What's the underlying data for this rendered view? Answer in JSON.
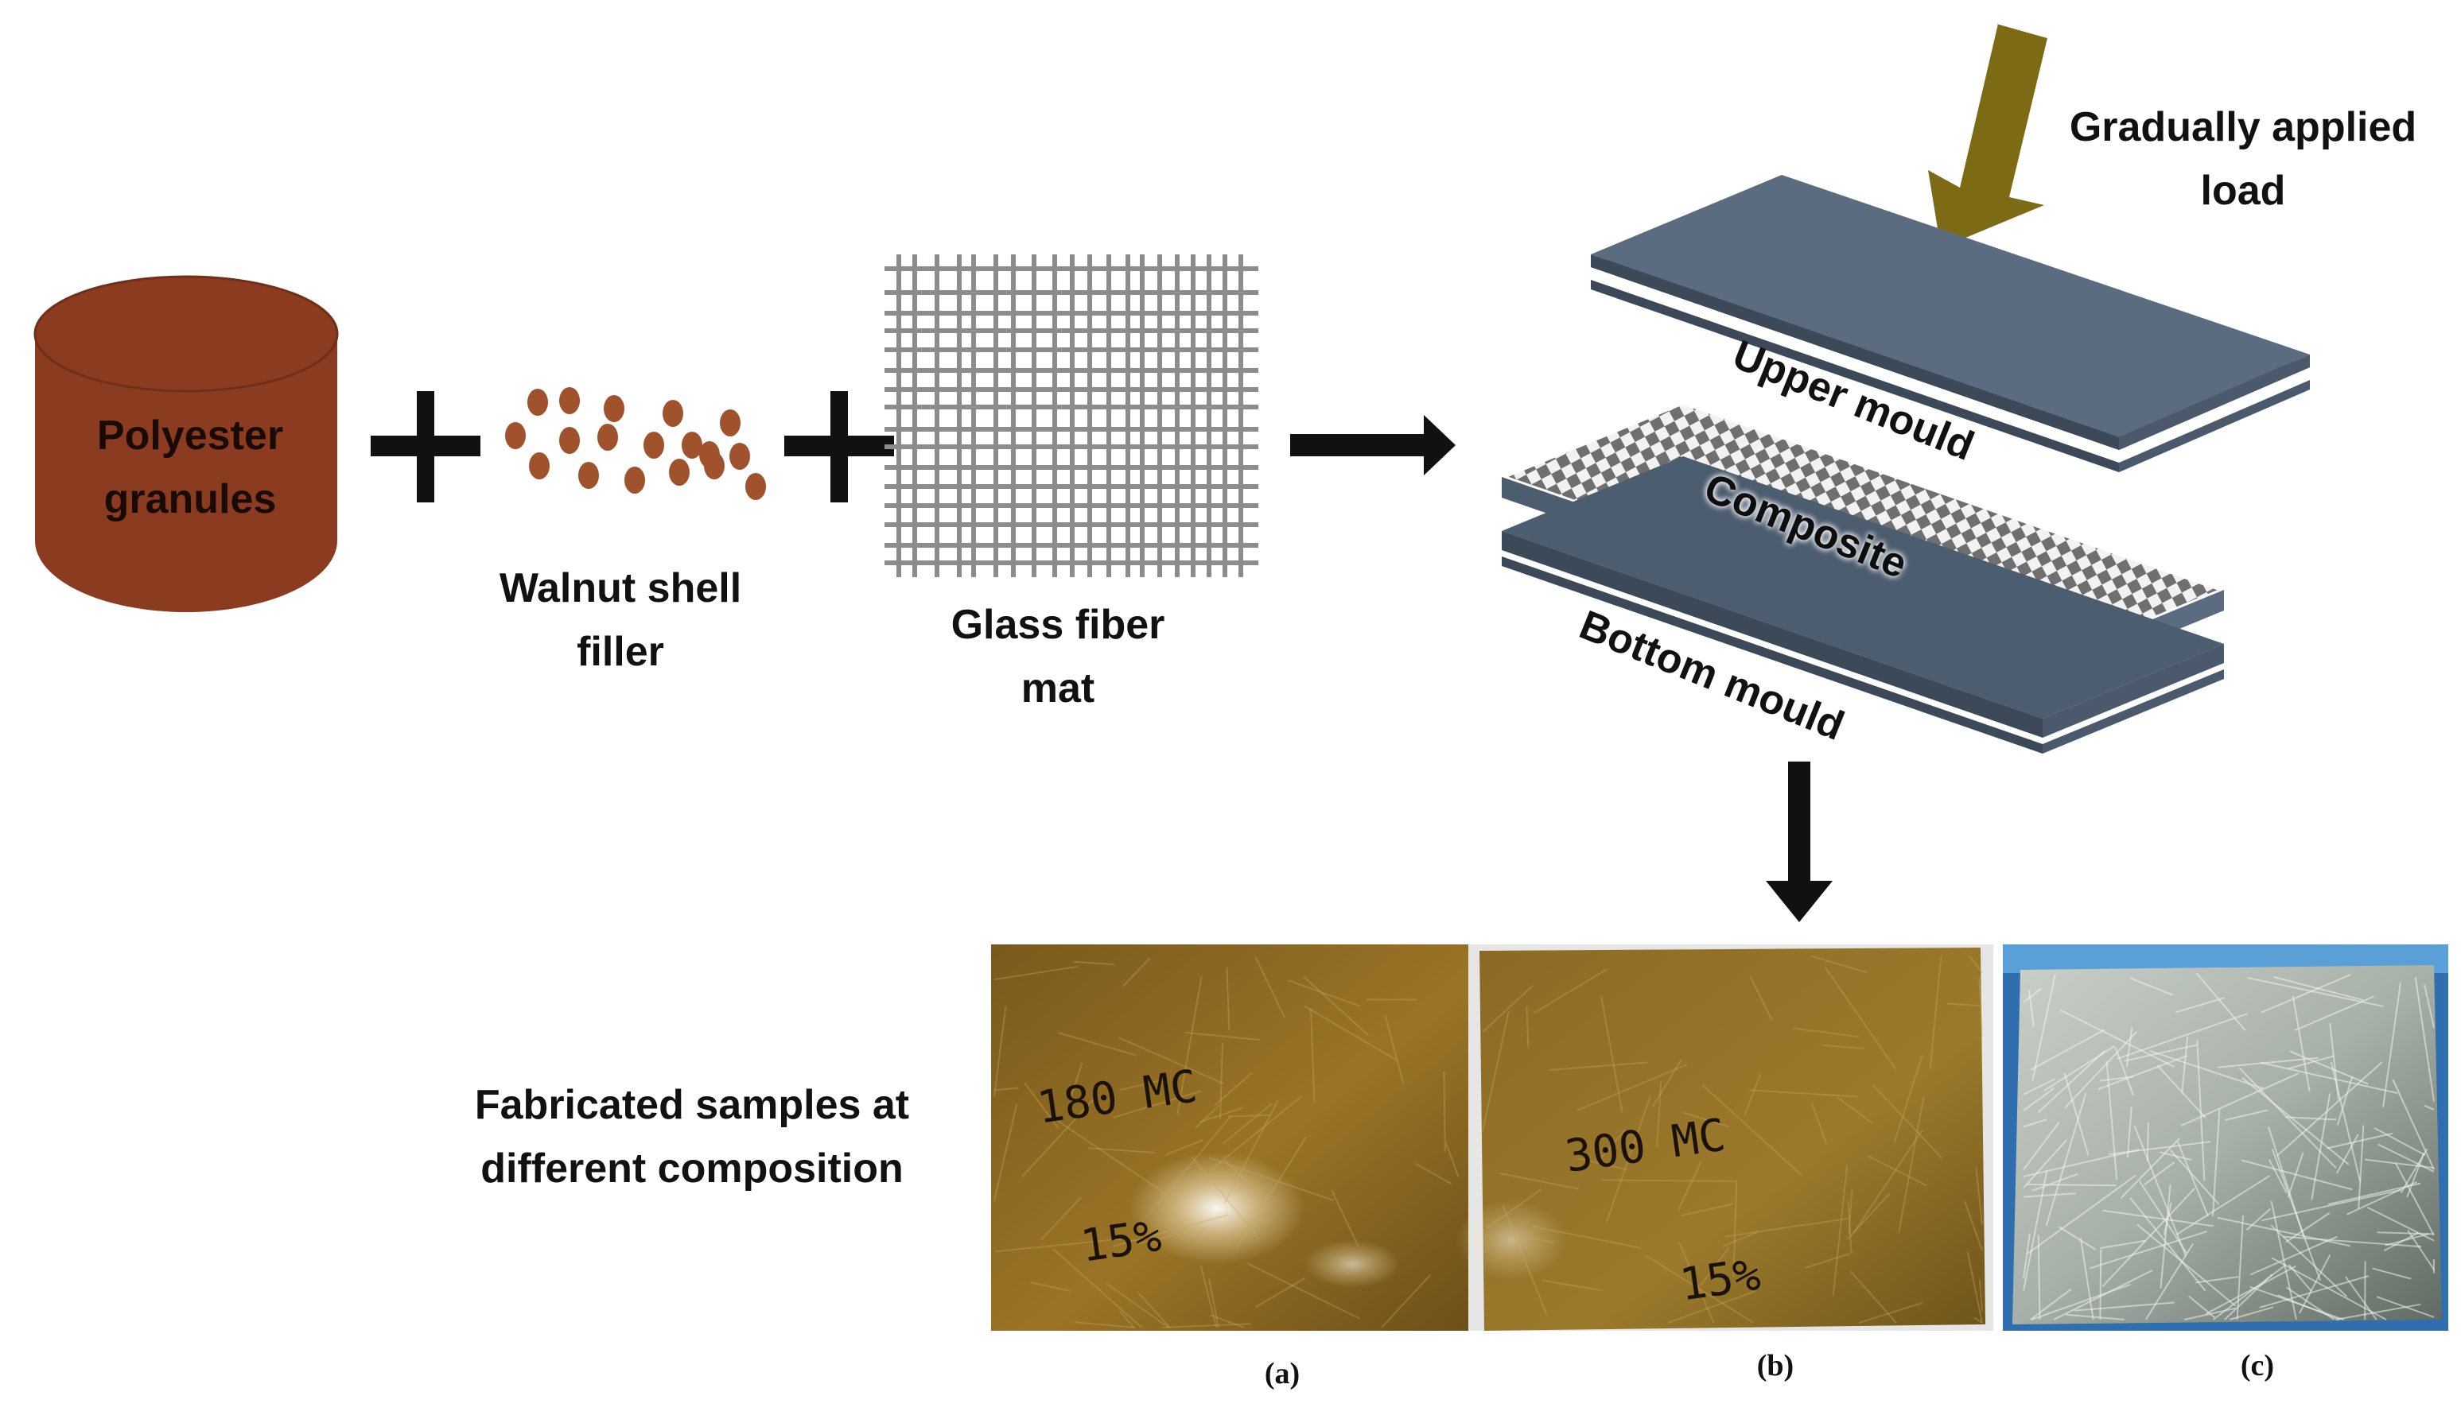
{
  "colors": {
    "cylinder": "#8b3c20",
    "granule": "#a0522d",
    "mesh": "#8c8c8c",
    "arrow_black": "#111111",
    "load_arrow": "#7d6a14",
    "mould_top": "#5a6b7e",
    "mould_side": "#3d4b5c",
    "sample_amber": "#8a6a22",
    "sample_gray": "#7f8a80"
  },
  "labels": {
    "polyester": [
      "Polyester",
      "granules"
    ],
    "walnut": [
      "Walnut shell",
      "filler"
    ],
    "glass": [
      "Glass fiber",
      "mat"
    ],
    "load": [
      "Gradually applied",
      "load"
    ],
    "upper_mould": "Upper mould",
    "composite": "Composite",
    "bottom_mould": "Bottom mould",
    "fabricated": [
      "Fabricated samples at",
      "different composition"
    ]
  },
  "samples": [
    {
      "caption": "(a)",
      "handwriting": [
        "180 MC",
        "15%"
      ]
    },
    {
      "caption": "(b)",
      "handwriting": [
        "300 MC",
        "15%"
      ]
    },
    {
      "caption": "(c)",
      "handwriting": []
    }
  ],
  "icons": {
    "plus": "plus-icon",
    "right_arrow": "right-arrow-icon",
    "down_arrow": "down-arrow-icon",
    "load_arrow": "load-arrow-icon"
  }
}
